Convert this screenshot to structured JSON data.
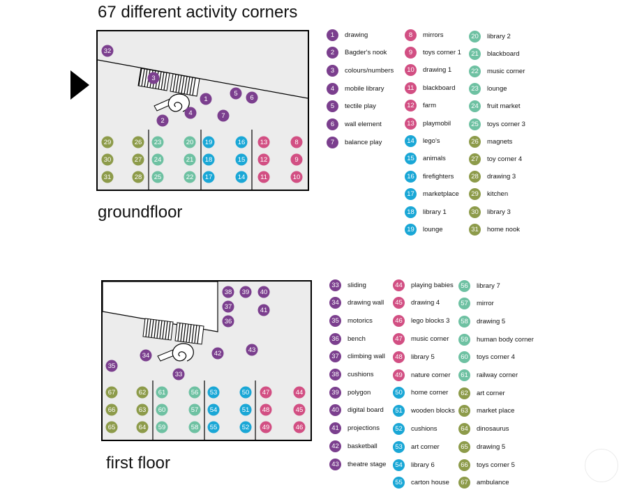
{
  "title": "67 different activity corners",
  "colors": {
    "purple": "#7b3f8e",
    "pink": "#d24f83",
    "blue": "#1aa7d6",
    "teal": "#6ec1a2",
    "olive": "#8d9b4a"
  },
  "floors": [
    {
      "label": "groundfloor",
      "corners": [
        {
          "n": "1",
          "name": "drawing",
          "color": "purple"
        },
        {
          "n": "2",
          "name": "Bagder's nook",
          "color": "purple"
        },
        {
          "n": "3",
          "name": "colours/numbers",
          "color": "purple"
        },
        {
          "n": "4",
          "name": "mobile library",
          "color": "purple"
        },
        {
          "n": "5",
          "name": "tectile play",
          "color": "purple"
        },
        {
          "n": "6",
          "name": "wall element",
          "color": "purple"
        },
        {
          "n": "7",
          "name": "balance play",
          "color": "purple"
        },
        {
          "n": "8",
          "name": "mirrors",
          "color": "pink"
        },
        {
          "n": "9",
          "name": "toys corner 1",
          "color": "pink"
        },
        {
          "n": "10",
          "name": "drawing 1",
          "color": "pink"
        },
        {
          "n": "11",
          "name": "blackboard",
          "color": "pink"
        },
        {
          "n": "12",
          "name": "farm",
          "color": "pink"
        },
        {
          "n": "13",
          "name": "playmobil",
          "color": "pink"
        },
        {
          "n": "14",
          "name": "lego's",
          "color": "blue"
        },
        {
          "n": "15",
          "name": "animals",
          "color": "blue"
        },
        {
          "n": "16",
          "name": "firefighters",
          "color": "blue"
        },
        {
          "n": "17",
          "name": "marketplace",
          "color": "blue"
        },
        {
          "n": "18",
          "name": "library 1",
          "color": "blue"
        },
        {
          "n": "19",
          "name": "lounge",
          "color": "blue"
        },
        {
          "n": "20",
          "name": "library 2",
          "color": "teal"
        },
        {
          "n": "21",
          "name": "blackboard",
          "color": "teal"
        },
        {
          "n": "22",
          "name": "music corner",
          "color": "teal"
        },
        {
          "n": "23",
          "name": "lounge",
          "color": "teal"
        },
        {
          "n": "24",
          "name": "fruit market",
          "color": "teal"
        },
        {
          "n": "25",
          "name": "toys corner 3",
          "color": "teal"
        },
        {
          "n": "26",
          "name": "magnets",
          "color": "olive"
        },
        {
          "n": "27",
          "name": "toy corner 4",
          "color": "olive"
        },
        {
          "n": "28",
          "name": "drawing 3",
          "color": "olive"
        },
        {
          "n": "29",
          "name": "kitchen",
          "color": "olive"
        },
        {
          "n": "30",
          "name": "library 3",
          "color": "olive"
        },
        {
          "n": "31",
          "name": "home nook",
          "color": "olive"
        },
        {
          "n": "32",
          "name": "",
          "color": "purple"
        }
      ]
    },
    {
      "label": "first floor",
      "corners": [
        {
          "n": "33",
          "name": "sliding",
          "color": "purple"
        },
        {
          "n": "34",
          "name": "drawing wall",
          "color": "purple"
        },
        {
          "n": "35",
          "name": "motorics",
          "color": "purple"
        },
        {
          "n": "36",
          "name": "bench",
          "color": "purple"
        },
        {
          "n": "37",
          "name": "climbing wall",
          "color": "purple"
        },
        {
          "n": "38",
          "name": "cushions",
          "color": "purple"
        },
        {
          "n": "39",
          "name": "polygon",
          "color": "purple"
        },
        {
          "n": "40",
          "name": "digital board",
          "color": "purple"
        },
        {
          "n": "41",
          "name": "projections",
          "color": "purple"
        },
        {
          "n": "42",
          "name": "basketball",
          "color": "purple"
        },
        {
          "n": "43",
          "name": "theatre stage",
          "color": "purple"
        },
        {
          "n": "44",
          "name": "playing babies",
          "color": "pink"
        },
        {
          "n": "45",
          "name": "drawing 4",
          "color": "pink"
        },
        {
          "n": "46",
          "name": "lego blocks 3",
          "color": "pink"
        },
        {
          "n": "47",
          "name": "music corner",
          "color": "pink"
        },
        {
          "n": "48",
          "name": "library 5",
          "color": "pink"
        },
        {
          "n": "49",
          "name": "nature corner",
          "color": "pink"
        },
        {
          "n": "50",
          "name": "home corner",
          "color": "blue"
        },
        {
          "n": "51",
          "name": "wooden blocks",
          "color": "blue"
        },
        {
          "n": "52",
          "name": "cushions",
          "color": "blue"
        },
        {
          "n": "53",
          "name": "art corner",
          "color": "blue"
        },
        {
          "n": "54",
          "name": "library 6",
          "color": "blue"
        },
        {
          "n": "55",
          "name": "carton house",
          "color": "blue"
        },
        {
          "n": "56",
          "name": "library 7",
          "color": "teal"
        },
        {
          "n": "57",
          "name": "mirror",
          "color": "teal"
        },
        {
          "n": "58",
          "name": "drawing 5",
          "color": "teal"
        },
        {
          "n": "59",
          "name": "human body corner",
          "color": "teal"
        },
        {
          "n": "60",
          "name": "toys corner 4",
          "color": "teal"
        },
        {
          "n": "61",
          "name": "railway corner",
          "color": "teal"
        },
        {
          "n": "62",
          "name": "art corner",
          "color": "olive"
        },
        {
          "n": "63",
          "name": "market place",
          "color": "olive"
        },
        {
          "n": "64",
          "name": "dinosaurus",
          "color": "olive"
        },
        {
          "n": "65",
          "name": "drawing 5",
          "color": "olive"
        },
        {
          "n": "66",
          "name": "toys corner 5",
          "color": "olive"
        },
        {
          "n": "67",
          "name": "ambulance",
          "color": "olive"
        }
      ]
    }
  ]
}
